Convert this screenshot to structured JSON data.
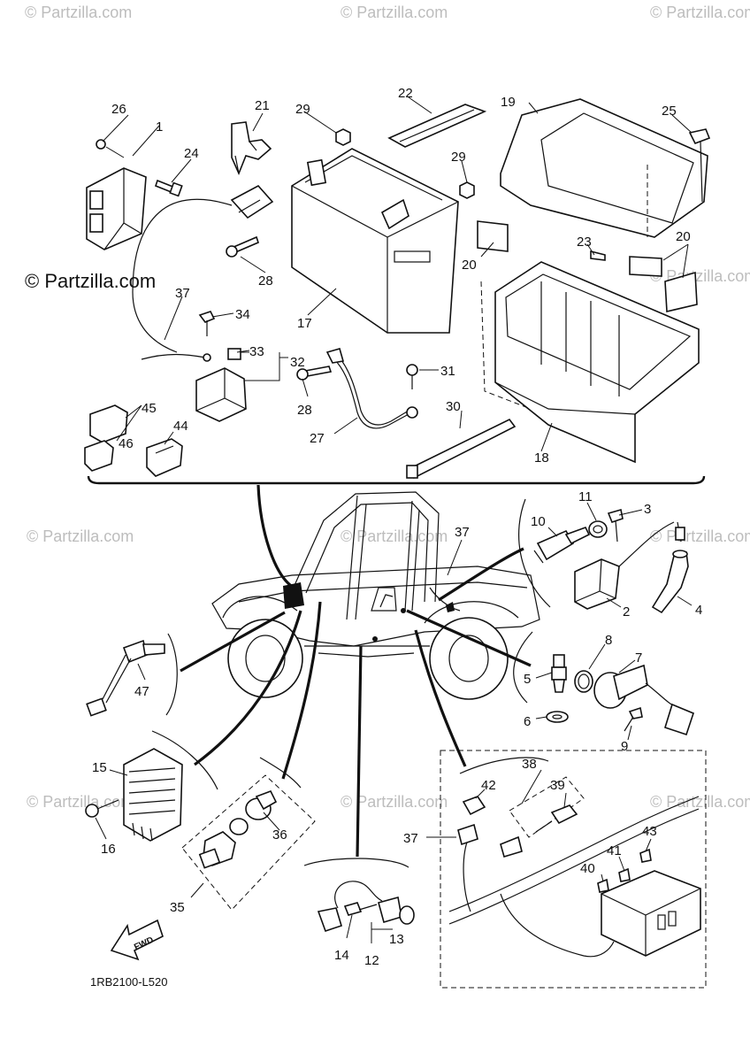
{
  "watermark": "© Partzilla.com",
  "copyright": "© Partzilla.com",
  "diagram_code": "1RB2100-L520",
  "fwd_label": "FWD",
  "callouts": {
    "c1": "1",
    "c2": "2",
    "c3": "3",
    "c4": "4",
    "c5": "5",
    "c6": "6",
    "c7": "7",
    "c8": "8",
    "c9": "9",
    "c10": "10",
    "c11": "11",
    "c12": "12",
    "c13": "13",
    "c14": "14",
    "c15": "15",
    "c16": "16",
    "c17": "17",
    "c18": "18",
    "c19": "19",
    "c20a": "20",
    "c20b": "20",
    "c21": "21",
    "c22": "22",
    "c23": "23",
    "c24": "24",
    "c25": "25",
    "c26": "26",
    "c27": "27",
    "c28a": "28",
    "c28b": "28",
    "c29a": "29",
    "c29b": "29",
    "c30": "30",
    "c31": "31",
    "c32": "32",
    "c33": "33",
    "c34": "34",
    "c35": "35",
    "c36": "36",
    "c37a": "37",
    "c37b": "37",
    "c37c": "37",
    "c38": "38",
    "c39": "39",
    "c40": "40",
    "c41": "41",
    "c42": "42",
    "c43": "43",
    "c44": "44",
    "c45": "45",
    "c46": "46",
    "c47": "47"
  }
}
